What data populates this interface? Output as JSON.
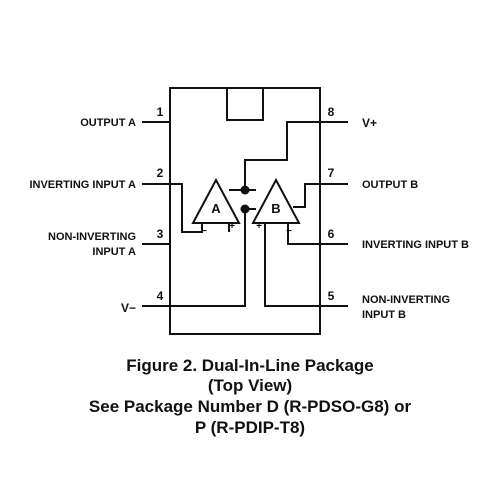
{
  "pins": {
    "p1": {
      "number": "1",
      "label": "OUTPUT A"
    },
    "p2": {
      "number": "2",
      "label": "INVERTING INPUT A"
    },
    "p3": {
      "number": "3",
      "label_line1": "NON-INVERTING",
      "label_line2": "INPUT A"
    },
    "p4": {
      "number": "4",
      "label": "V−"
    },
    "p5": {
      "number": "5",
      "label_line1": "NON-INVERTING",
      "label_line2": "INPUT B"
    },
    "p6": {
      "number": "6",
      "label": "INVERTING INPUT B"
    },
    "p7": {
      "number": "7",
      "label": "OUTPUT B"
    },
    "p8": {
      "number": "8",
      "label": "V+"
    }
  },
  "amplifiers": {
    "a": {
      "label": "A",
      "minus": "−",
      "plus": "+"
    },
    "b": {
      "label": "B",
      "minus": "−",
      "plus": "+"
    }
  },
  "caption": {
    "line1": "Figure 2. Dual-In-Line Package",
    "line2": "(Top View)",
    "line3": "See Package Number D (R-PDSO-G8) or",
    "line4": "P (R-PDIP-T8)"
  }
}
